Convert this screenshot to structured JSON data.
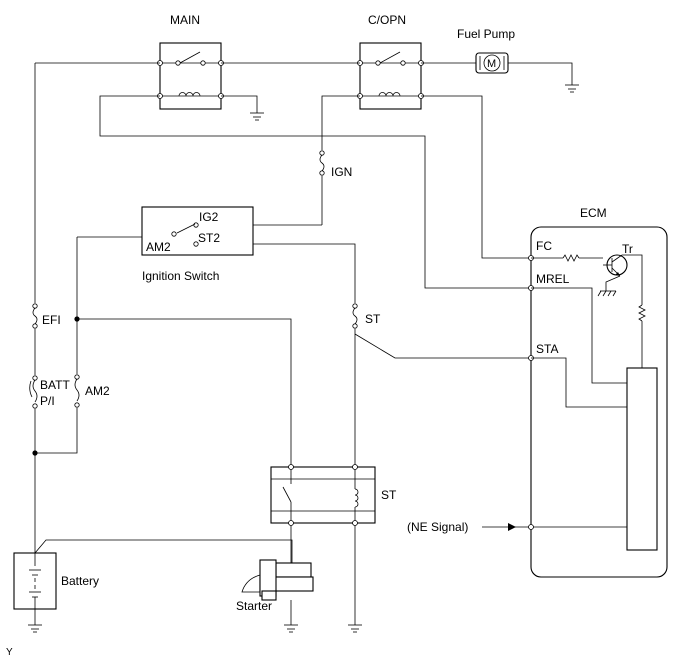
{
  "labels": {
    "main_relay": "MAIN",
    "copn_relay": "C/OPN",
    "fuel_pump": "Fuel Pump",
    "motor_symbol": "M",
    "ign_fuse": "IGN",
    "ig2": "IG2",
    "am2_switch": "AM2",
    "st2": "ST2",
    "ignition_switch": "Ignition Switch",
    "efi_fuse": "EFI",
    "batt_fuse": "BATT",
    "pi_fuse": "P/I",
    "am2_fuse": "AM2",
    "st_fuse": "ST",
    "st_relay": "ST",
    "ecm": "ECM",
    "fc": "FC",
    "tr": "Tr",
    "mrel": "MREL",
    "sta": "STA",
    "ne_signal": "(NE Signal)",
    "battery": "Battery",
    "starter": "Starter",
    "corner_mark": "Y"
  }
}
